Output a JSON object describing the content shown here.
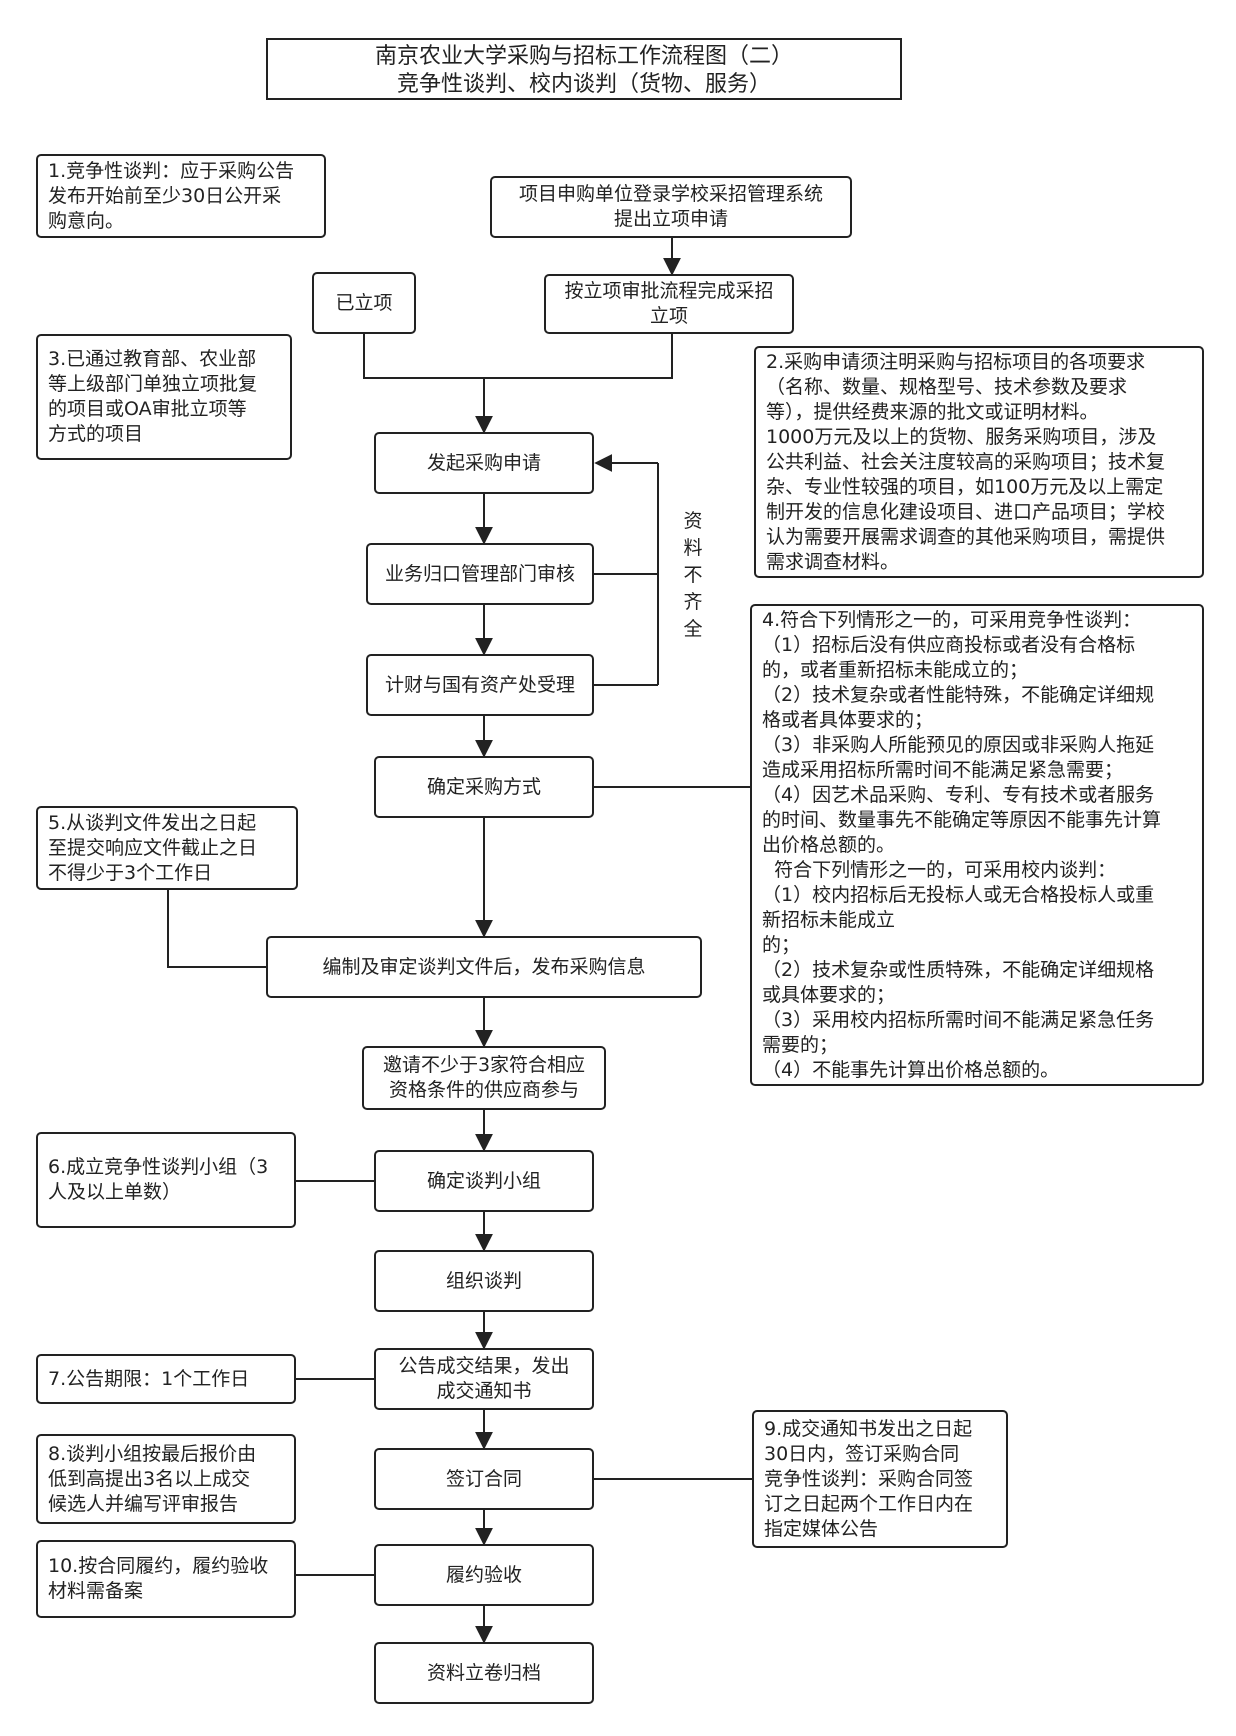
{
  "title": {
    "line1": "南京农业大学采购与招标工作流程图（二）",
    "line2": "竞争性谈判、校内谈判（货物、服务）"
  },
  "steps": {
    "apply_login": [
      "项目申购单位登录学校采招管理系统",
      "提出立项申请"
    ],
    "approve": [
      "按立项审批流程完成采招",
      "立项"
    ],
    "already": "已立项",
    "initiate": "发起采购申请",
    "dept_review": "业务归口管理部门审核",
    "finance": "计财与国有资产处受理",
    "method": "确定采购方式",
    "compile": "编制及审定谈判文件后，发布采购信息",
    "invite": [
      "邀请不少于3家符合相应",
      "资格条件的供应商参与"
    ],
    "group": "确定谈判小组",
    "negotiate": "组织谈判",
    "announce": [
      "公告成交结果，发出",
      "成交通知书"
    ],
    "contract": "签订合同",
    "accept": "履约验收",
    "archive": "资料立卷归档"
  },
  "incomplete_label": [
    "资",
    "料",
    "不",
    "齐",
    "全"
  ],
  "notes": {
    "n1": [
      "1.竞争性谈判：应于采购公告",
      "发布开始前至少30日公开采",
      "购意向。"
    ],
    "n2": [
      "2.采购申请须注明采购与招标项目的各项要求",
      "（名称、数量、规格型号、技术参数及要求",
      "等），提供经费来源的批文或证明材料。",
      "1000万元及以上的货物、服务采购项目，涉及",
      "公共利益、社会关注度较高的采购项目；技术复",
      "杂、专业性较强的项目，如100万元及以上需定",
      "制开发的信息化建设项目、进口产品项目；学校",
      "认为需要开展需求调查的其他采购项目，需提供",
      "需求调查材料。"
    ],
    "n3": [
      "3.已通过教育部、农业部",
      "等上级部门单独立项批复",
      "的项目或OA审批立项等",
      "方式的项目"
    ],
    "n4": [
      "4.符合下列情形之一的，可采用竞争性谈判：",
      "（1）招标后没有供应商投标或者没有合格标",
      "的，或者重新招标未能成立的；",
      "（2）技术复杂或者性能特殊，不能确定详细规",
      "格或者具体要求的；",
      "（3）非采购人所能预见的原因或非采购人拖延",
      "造成采用招标所需时间不能满足紧急需要；",
      "（4）因艺术品采购、专利、专有技术或者服务",
      "的时间、数量事先不能确定等原因不能事先计算",
      "出价格总额的。",
      "  符合下列情形之一的，可采用校内谈判：",
      "（1）校内招标后无投标人或无合格投标人或重",
      "新招标未能成立",
      "的；",
      "（2）技术复杂或性质特殊，不能确定详细规格",
      "或具体要求的；",
      "（3）采用校内招标所需时间不能满足紧急任务",
      "需要的；",
      "（4）不能事先计算出价格总额的。"
    ],
    "n5": [
      "5.从谈判文件发出之日起",
      "至提交响应文件截止之日",
      "不得少于3个工作日"
    ],
    "n6": [
      "6.成立竞争性谈判小组（3",
      "人及以上单数）"
    ],
    "n7": [
      "7.公告期限：1个工作日"
    ],
    "n8": [
      "8.谈判小组按最后报价由",
      "低到高提出3名以上成交",
      "候选人并编写评审报告"
    ],
    "n9": [
      "9.成交通知书发出之日起",
      "30日内，签订采购合同",
      "竞争性谈判：采购合同签",
      "订之日起两个工作日内在",
      "指定媒体公告"
    ],
    "n10": [
      "10.按合同履约，履约验收",
      "材料需备案"
    ]
  }
}
